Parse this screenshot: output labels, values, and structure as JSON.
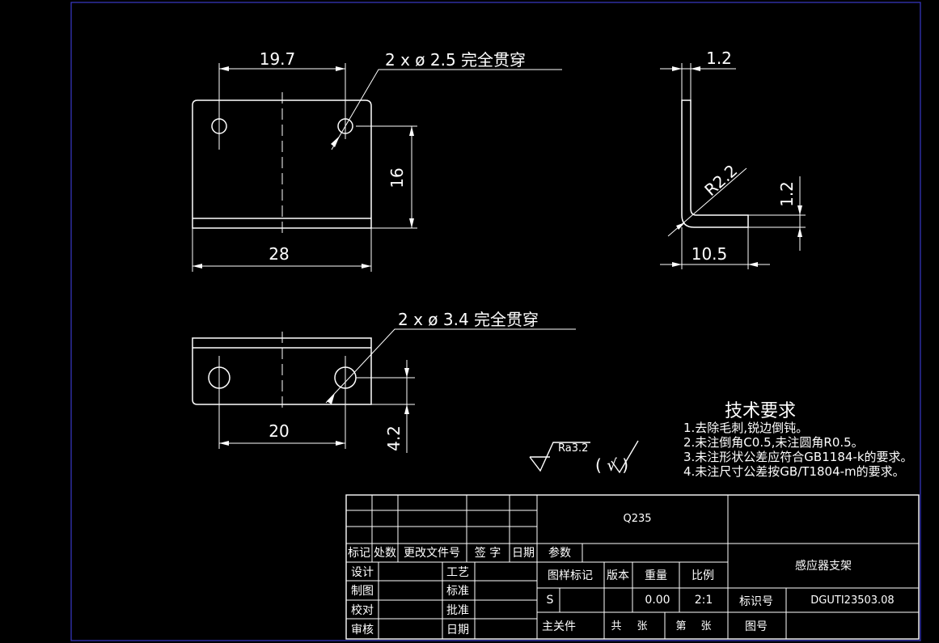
{
  "views": {
    "front": {
      "dim_hole_spacing": "19.7",
      "hole_callout": "2 x  ø  2.5 完全贯穿",
      "dim_height": "16",
      "dim_width": "28"
    },
    "side": {
      "dim_thickness_top": "1.2",
      "dim_radius": "R2.2",
      "dim_thickness_right": "1.2",
      "dim_leg": "10.5"
    },
    "top": {
      "hole_callout": "2 x  ø  3.4 完全贯穿",
      "dim_hole_spacing": "20",
      "dim_offset": "4.2"
    }
  },
  "surface_finish": {
    "symbol_label": "Ra3.2",
    "other": "( √ )"
  },
  "tech_requirements": {
    "title": "技术要求",
    "items": [
      "1.去除毛刺,锐边倒钝。",
      "2.未注倒角C0.5,未注圆角R0.5。",
      "3.未注形状公差应符合GB1184-k的要求。",
      "4.未注尺寸公差按GB/T1804-m的要求。"
    ]
  },
  "title_block": {
    "material": "Q235",
    "part_name": "感应器支架",
    "revision_header": {
      "mark": "标记",
      "count": "处数",
      "change_doc": "更改文件号",
      "signature": "签 字",
      "date": "日期"
    },
    "params": "参数",
    "roles": {
      "design": "设计",
      "drafting": "制图",
      "check": "校对",
      "review": "审核",
      "process": "工艺",
      "standard": "标准",
      "approve": "批准",
      "date": "日期"
    },
    "props_header": {
      "sample_mark": "图样标记",
      "version": "版本",
      "weight": "重量",
      "scale": "比例"
    },
    "props_values": {
      "sample_mark": "S",
      "weight": "0.00",
      "scale": "2:1"
    },
    "id_label": "标识号",
    "id_value": "DGUTI23503.08",
    "main_part": "主关件",
    "total": "共",
    "sheets1": "张",
    "sheet_no": "第",
    "sheets2": "张",
    "drawing_no": "图号"
  }
}
